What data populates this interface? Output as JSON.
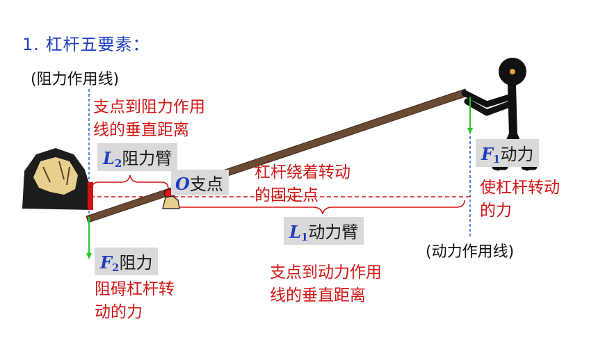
{
  "title": "1. 杠杆五要素：",
  "resistance_line_label": "(阻力作用线)",
  "effort_line_label": "(动力作用线)",
  "resistance_arm_def": [
    "支点到阻力作用",
    "线的垂直距离"
  ],
  "effort_arm_def": [
    "支点到动力作用",
    "线的垂直距离"
  ],
  "fulcrum_def": [
    "杠杆绕着转动",
    "的固定点"
  ],
  "effort_def": [
    "使杠杆转动",
    "的力"
  ],
  "resistance_def": [
    "阻碍杠杆转",
    "动的力"
  ],
  "labels": {
    "l2": {
      "symbol": "L",
      "sub": "2",
      "text": "阻力臂"
    },
    "l1": {
      "symbol": "L",
      "sub": "1",
      "text": "动力臂"
    },
    "o": {
      "symbol": "O",
      "text": "支点"
    },
    "f1": {
      "symbol": "F",
      "sub": "1",
      "text": "动力"
    },
    "f2": {
      "symbol": "F",
      "sub": "2",
      "text": "阻力"
    }
  },
  "colors": {
    "title": "#1f3fbf",
    "definition": "#d21414",
    "arrow": "#22cc22",
    "guide": "#1f5fd0",
    "lever": "#6b4a33",
    "label_bg": "#d9d9d9"
  }
}
